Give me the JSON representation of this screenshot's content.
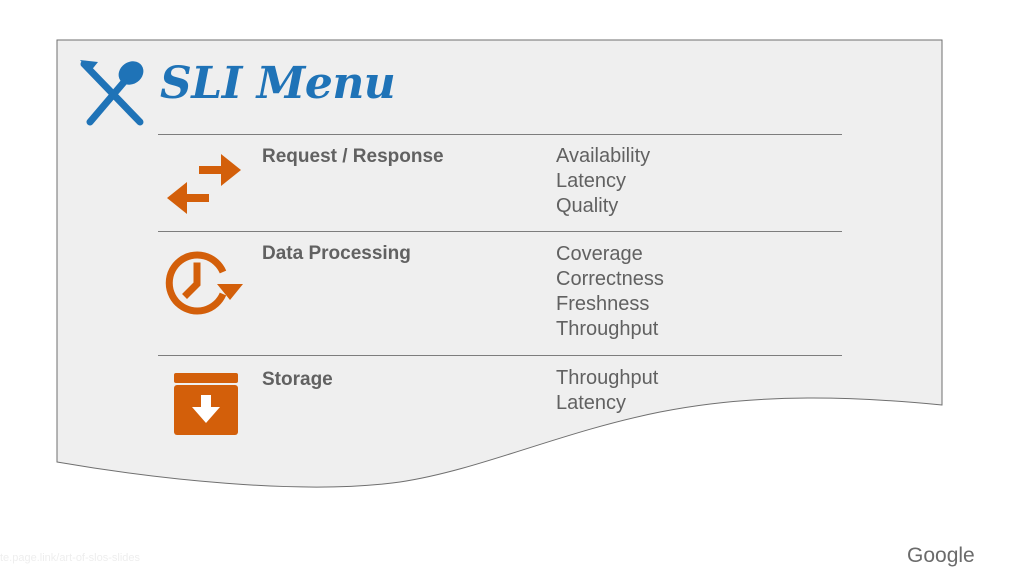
{
  "title": "SLI Menu",
  "colors": {
    "title": "#1f73b7",
    "icon": "#d35f0a",
    "text": "#616161",
    "card": "#efefef"
  },
  "icons": {
    "title": "utensils-icon"
  },
  "categories": [
    {
      "name": "Request / Response",
      "icon": "swap-arrows-icon",
      "metrics": [
        "Availability",
        "Latency",
        "Quality"
      ]
    },
    {
      "name": "Data Processing",
      "icon": "clock-refresh-icon",
      "metrics": [
        "Coverage",
        "Correctness",
        "Freshness",
        "Throughput"
      ]
    },
    {
      "name": "Storage",
      "icon": "archive-download-icon",
      "metrics": [
        "Throughput",
        "Latency"
      ]
    }
  ],
  "footer": {
    "source": "te.page.link/art-of-slos-slides",
    "brand": "Google"
  }
}
